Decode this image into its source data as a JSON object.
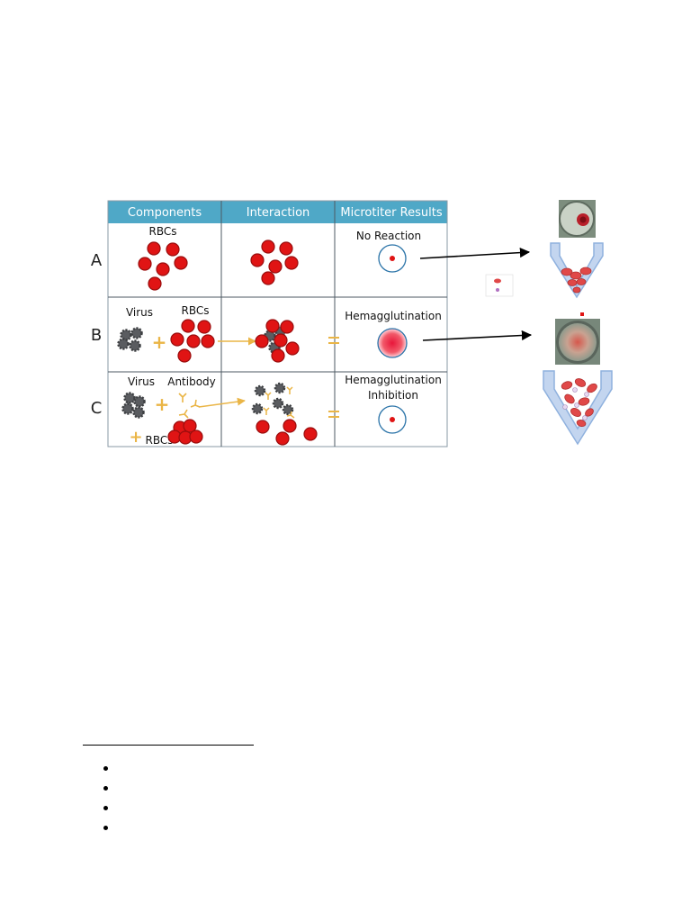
{
  "table": {
    "headers": [
      "Components",
      "Interaction",
      "Microtiter Results"
    ],
    "rows": [
      {
        "letter": "A",
        "components": {
          "rbcs": "RBCs"
        },
        "result": "No Reaction"
      },
      {
        "letter": "B",
        "components": {
          "virus": "Virus",
          "rbcs": "RBCs"
        },
        "result": "Hemagglutination"
      },
      {
        "letter": "C",
        "components": {
          "virus": "Virus",
          "antibody": "Antibody",
          "rbcs": "RBCs"
        },
        "result_line1": "Hemagglutination",
        "result_line2": "Inhibition"
      }
    ]
  },
  "colors": {
    "header": "#4fa8c7",
    "rbc": "#e01414",
    "rbc_edge": "#9a0d0d",
    "virus": "#5a5c60",
    "antibody": "#eab546",
    "well_ring": "#2a73a8",
    "well_blue": "#8fb1de"
  },
  "bullets": [
    "",
    "",
    "",
    ""
  ]
}
